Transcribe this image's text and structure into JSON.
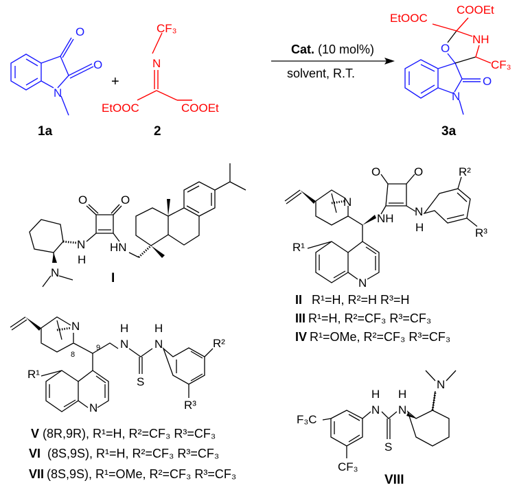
{
  "reaction": {
    "reactant_1": {
      "label": "1a",
      "atoms": {
        "o1": "O",
        "o2": "O",
        "n": "N"
      },
      "color": "#1a1aff"
    },
    "plus": "+",
    "reactant_2": {
      "label": "2",
      "atoms": {
        "cf3": "CF₃",
        "n": "N",
        "ester_left": "EtOOC",
        "ester_right": "COOEt"
      },
      "color": "#ff0000"
    },
    "conditions": {
      "catalyst": "Cat.",
      "loading": "(10 mol%)",
      "solvent": "solvent, R.T."
    },
    "product": {
      "label": "3a",
      "atoms": {
        "ester_left": "EtOOC",
        "ester_right": "COOEt",
        "nh": "NH",
        "o_ring": "O",
        "cf3": "CF₃",
        "o_carbonyl": "O",
        "n": "N"
      }
    }
  },
  "catalysts": {
    "I": {
      "label": "I",
      "atoms": {
        "o1": "O",
        "o2": "O",
        "n1": "N",
        "h1": "H",
        "hn": "HN",
        "nme2": "N"
      }
    },
    "II_IV": {
      "atoms": {
        "n_quin": "N",
        "nh": "NH",
        "o1": "O",
        "o2": "O",
        "n2": "N",
        "h2": "H",
        "n_ar": "N",
        "r1": "R¹",
        "r2": "R²",
        "r3": "R³"
      },
      "captions": [
        {
          "id": "II",
          "text": "R¹=H, R²=H R³=H"
        },
        {
          "id": "III",
          "text": "R¹=H, R²=CF₃ R³=CF₃"
        },
        {
          "id": "IV",
          "text": "R¹=OMe, R²=CF₃ R³=CF₃"
        }
      ]
    },
    "V_VII": {
      "atoms": {
        "n_quin": "N",
        "c8": "8",
        "c9": "9",
        "h1": "H",
        "n1": "N",
        "h2": "H",
        "n2": "N",
        "s": "S",
        "n_ar": "N",
        "r1": "R¹",
        "r2": "R²",
        "r3": "R³"
      },
      "captions": [
        {
          "id": "V",
          "text": "(8R,9R), R¹=H, R²=CF₃ R³=CF₃"
        },
        {
          "id": "VI",
          "text": " (8S,9S), R¹=H, R²=CF₃ R³=CF₃"
        },
        {
          "id": "VII",
          "text": "(8S,9S), R¹=OMe, R²=CF₃ R³=CF₃"
        }
      ]
    },
    "VIII": {
      "label": "VIII",
      "atoms": {
        "f3c": "F₃C",
        "cf3": "CF₃",
        "h1": "H",
        "n1": "N",
        "h2": "H",
        "n2": "N",
        "s": "S",
        "nme2": "N"
      }
    }
  }
}
